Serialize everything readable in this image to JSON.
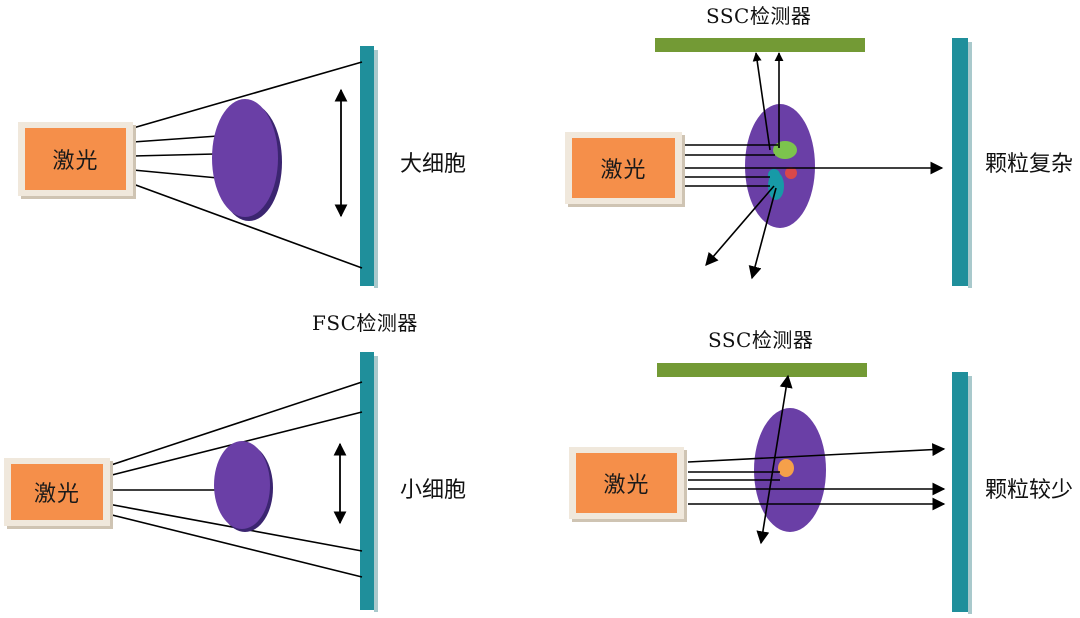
{
  "top_left": {
    "laser_label": "激光",
    "cell_label": "大细胞"
  },
  "bottom_left": {
    "laser_label": "激光",
    "detector_label": "FSC检测器",
    "cell_label": "小细胞"
  },
  "top_right": {
    "laser_label": "激光",
    "detector_label": "SSC检测器",
    "cell_label": "颗粒复杂"
  },
  "bottom_right": {
    "laser_label": "激光",
    "detector_label": "SSC检测器",
    "cell_label": "颗粒较少"
  },
  "colors": {
    "laser_orange": "#f58f4a",
    "laser_frame": "#f0e8dc",
    "detector_teal": "#1f8f9b",
    "ssc_bar_green": "#739a35",
    "cell_purple": "#6a3fa6",
    "granule_green": "#7cc44d",
    "granule_teal": "#179aa7",
    "granule_red": "#d9484a",
    "granule_orange": "#f5a04a"
  }
}
